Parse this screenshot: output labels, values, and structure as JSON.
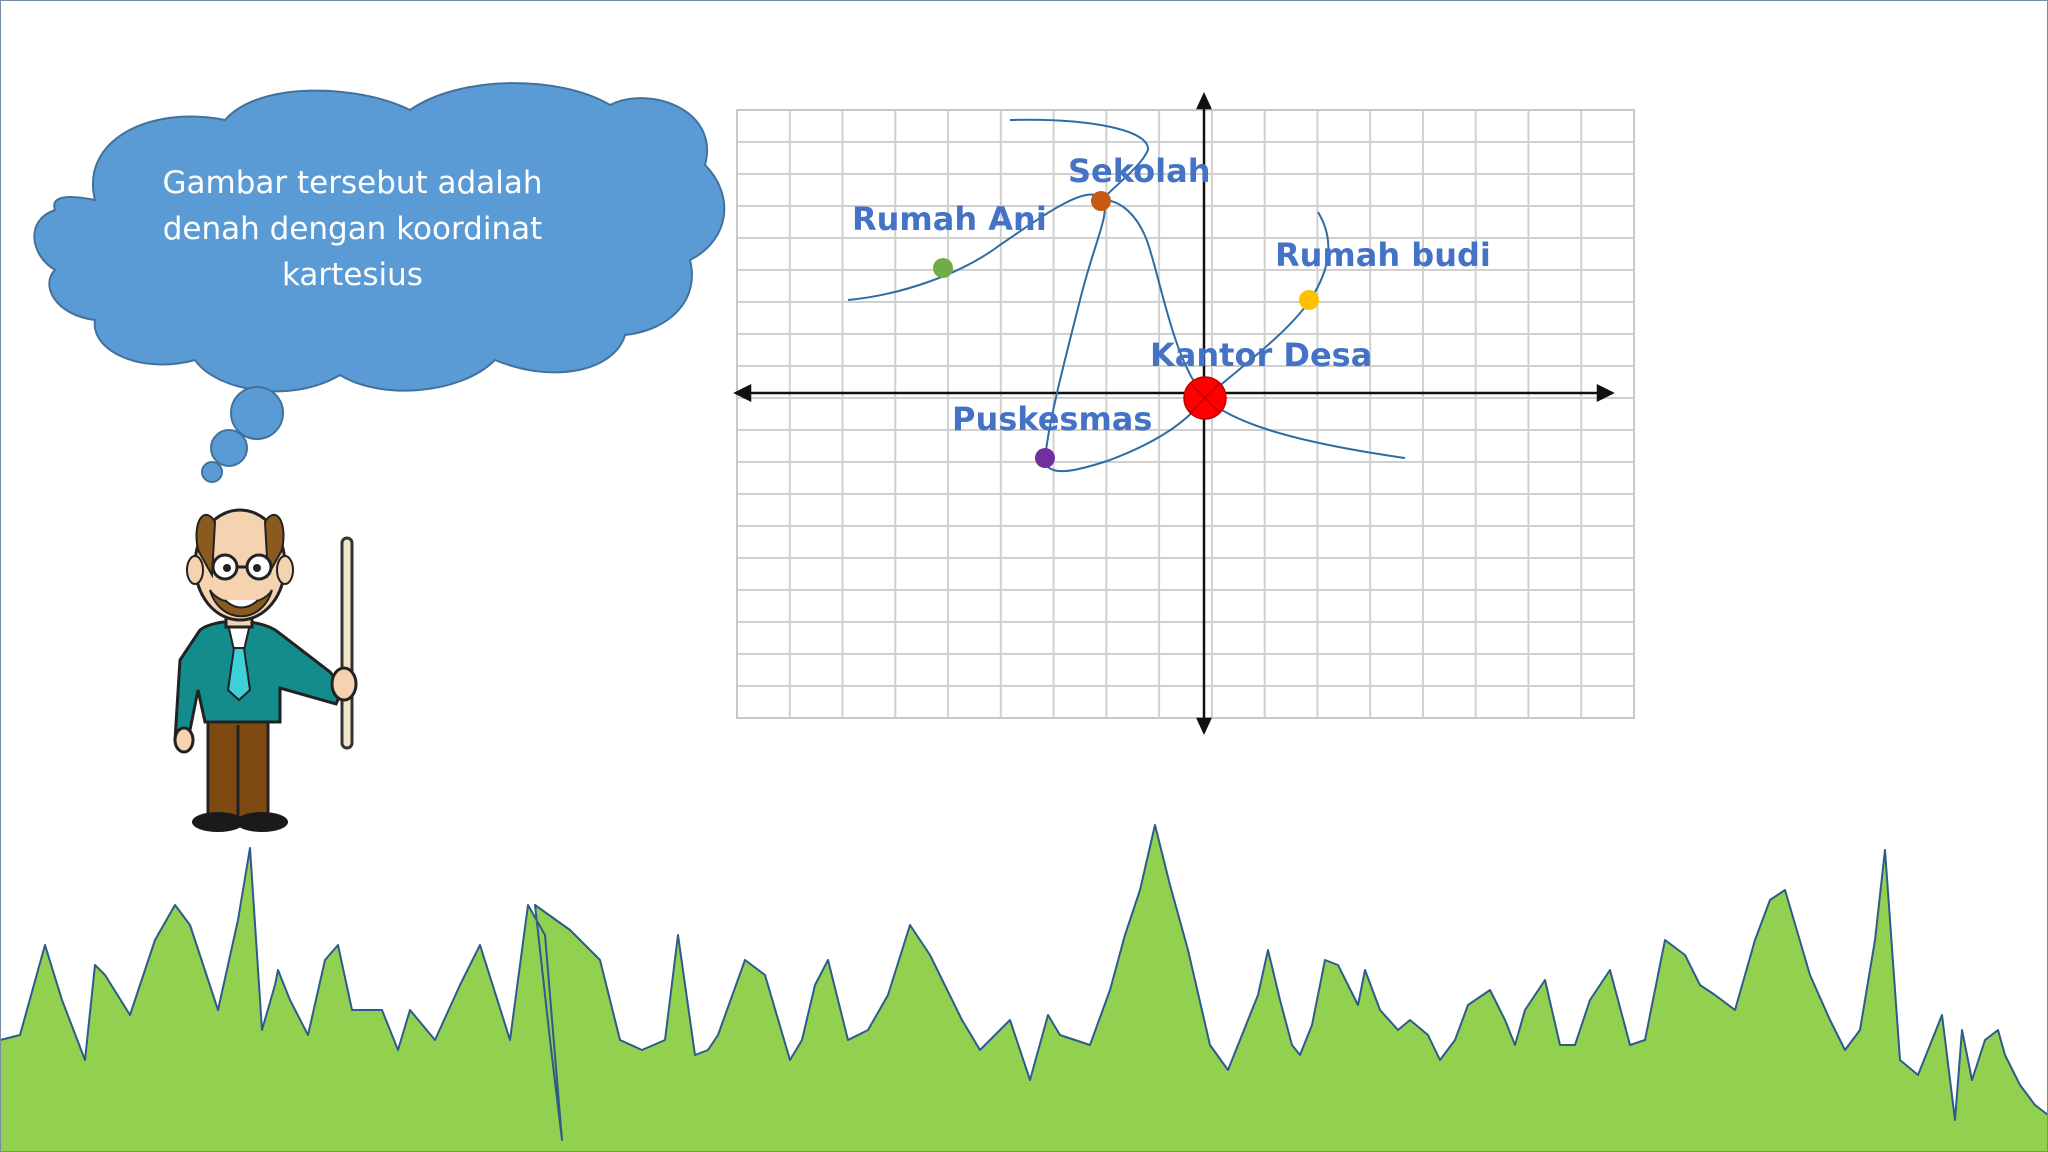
{
  "slide": {
    "speech_bubble": {
      "lines": [
        "Gambar tersebut adalah",
        "denah dengan koordinat",
        "kartesius"
      ],
      "fill_color": "#5b9bd5"
    },
    "grass_color": "#92d050"
  },
  "map": {
    "places": [
      {
        "name": "Sekolah",
        "color": "#c55a11"
      },
      {
        "name": "Rumah Ani",
        "color": "#70ad47"
      },
      {
        "name": "Rumah budi",
        "color": "#ffc000"
      },
      {
        "name": "Kantor Desa",
        "color": "#ff0000"
      },
      {
        "name": "Puskesmas",
        "color": "#7030a0"
      }
    ],
    "label_color": "#4472c4"
  }
}
